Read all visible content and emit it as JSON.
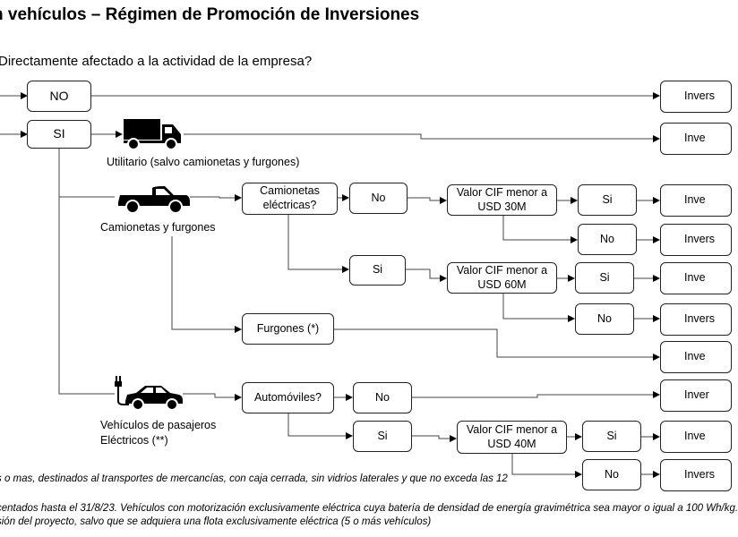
{
  "title": "n vehículos – Régimen de Promoción de Inversiones",
  "question": "Directamente afectado a la actividad de la empresa?",
  "nodes": {
    "no_main": "NO",
    "si_main": "SI",
    "camionetas_electricas": "Camionetas eléctricas?",
    "no_1": "No",
    "cif_30m": "Valor CIF menor a USD 30M",
    "si_1": "Si",
    "no_2": "No",
    "si_2": "Si",
    "cif_60m": "Valor CIF menor a USD 60M",
    "si_3": "Si",
    "no_3": "No",
    "furgones": "Furgones (*)",
    "automoviles": "Automóviles?",
    "no_4": "No",
    "si_4": "Si",
    "cif_40m": "Valor CIF menor a USD 40M",
    "si_5": "Si",
    "no_5": "No"
  },
  "outcomes": [
    "Invers",
    "Inve",
    "Inve",
    "Invers",
    "Inve",
    "Invers",
    "Inve",
    "Inver",
    "Inve",
    "Invers"
  ],
  "labels": {
    "utilitario": "Utilitario (salvo camionetas y furgones)",
    "camionetas": "Camionetas y furgones",
    "pasajeros_1": "Vehículos de pasajeros",
    "pasajeros_2": "Eléctricos (**)"
  },
  "icons": [
    "truck-icon",
    "pickup-truck-icon",
    "electric-car-icon"
  ],
  "notes": {
    "note_1": "s o mas, destinados al transportes de mercancías, con caja cerrada, sin vidrios laterales y que no exceda las 12",
    "note_2": "centados hasta el 31/8/23. Vehículos con motorización exclusivamente eléctrica cuya batería de densidad de energía gravimétrica sea mayor o igual a 100 Wh/kg.",
    "note_3": "sión del proyecto, salvo que se adquiera una flota exclusivamente eléctrica (5 o más vehículos)"
  }
}
